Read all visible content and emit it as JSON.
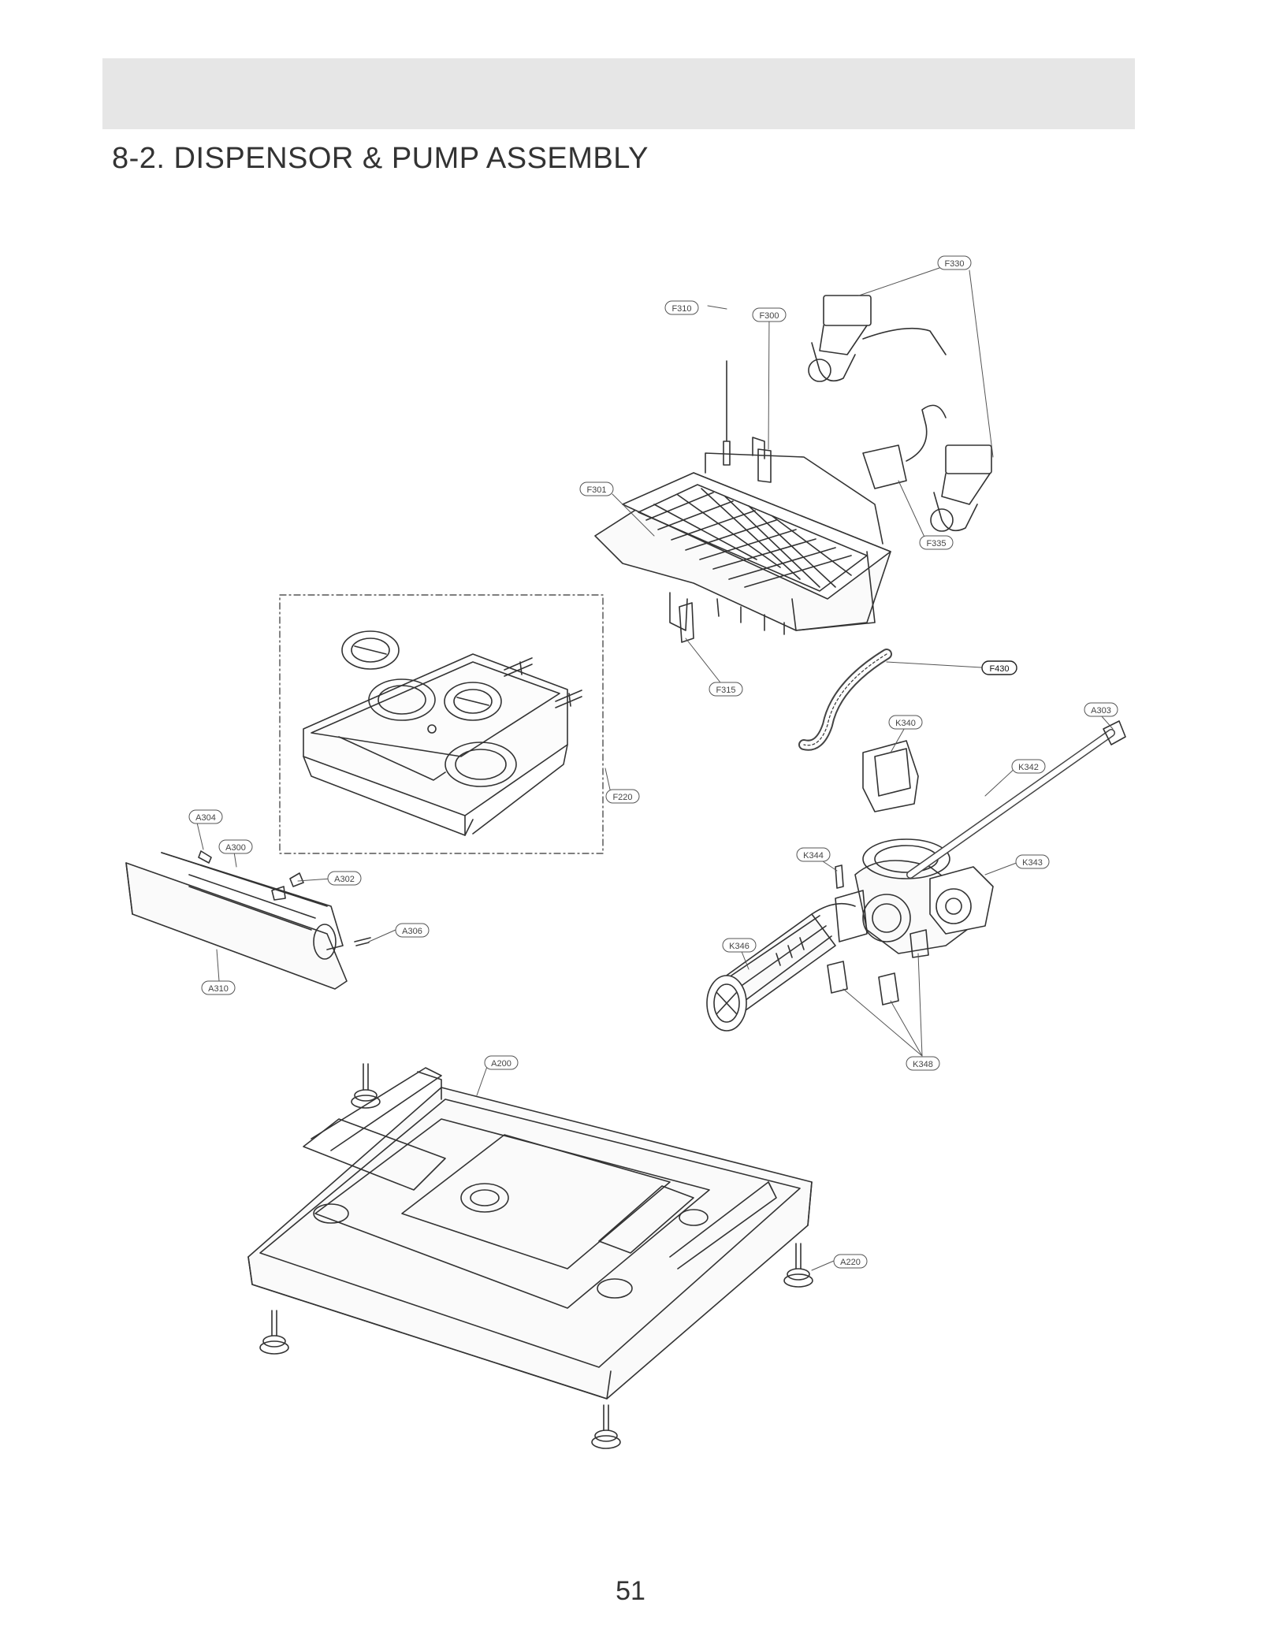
{
  "page": {
    "title": "8-2. DISPENSOR & PUMP ASSEMBLY",
    "number": "51"
  },
  "callouts": {
    "F330": "F330",
    "F310": "F310",
    "F300": "F300",
    "F301": "F301",
    "F335": "F335",
    "F315": "F315",
    "F430": "F430",
    "F220": "F220",
    "K340": "K340",
    "A303": "A303",
    "K342": "K342",
    "K344": "K344",
    "K343": "K343",
    "K346": "K346",
    "K348": "K348",
    "A304": "A304",
    "A300": "A300",
    "A302": "A302",
    "A306": "A306",
    "A310": "A310",
    "A200": "A200",
    "A220": "A220"
  }
}
